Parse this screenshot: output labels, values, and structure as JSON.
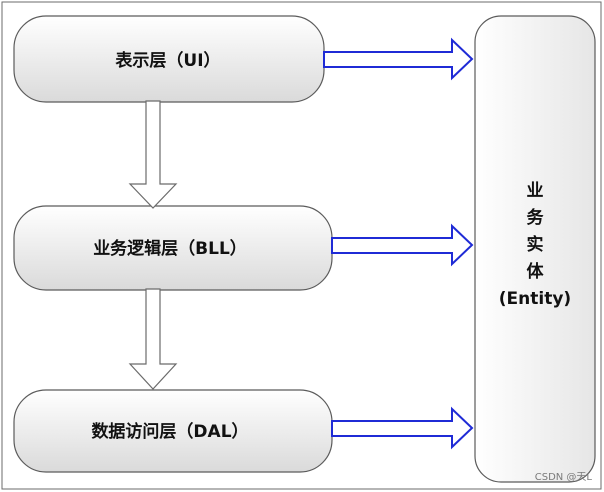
{
  "layers": [
    {
      "id": "ui",
      "label": "表示层（UI）"
    },
    {
      "id": "bll",
      "label": "业务逻辑层（BLL）"
    },
    {
      "id": "dal",
      "label": "数据访问层（DAL）"
    }
  ],
  "entity": {
    "lines": [
      "业",
      "务",
      "实",
      "体",
      "(Entity)"
    ]
  },
  "watermark": "CSDN @天L",
  "colors": {
    "border": "#5b5b5b",
    "box_fill_top": "#ffffff",
    "box_fill_bottom": "#dcdcdc",
    "blue_arrow": "#1f2bd6",
    "down_arrow_fill": "#ffffff"
  }
}
